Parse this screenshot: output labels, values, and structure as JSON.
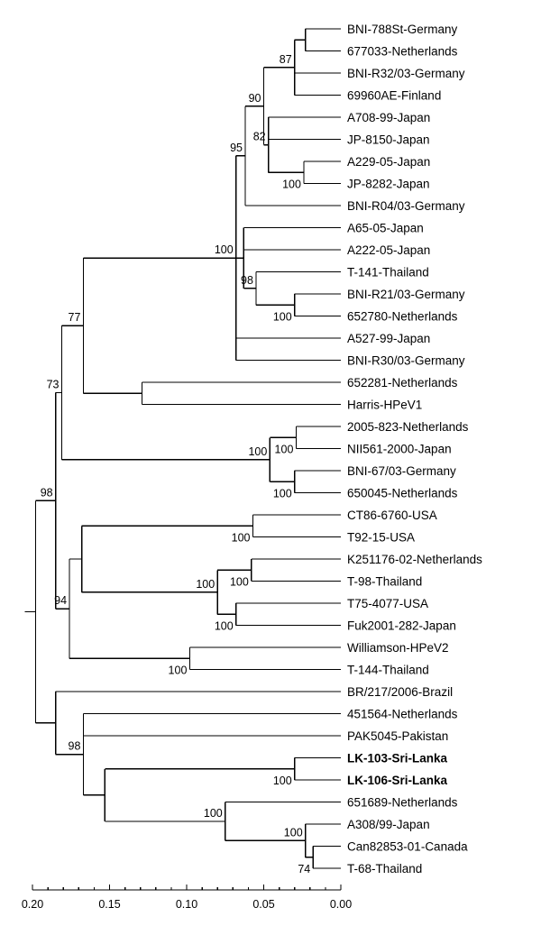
{
  "chart_data": {
    "type": "phylogenetic-tree",
    "axis": {
      "ticks": [
        "0.20",
        "0.15",
        "0.10",
        "0.05",
        "0.00"
      ],
      "range": [
        0.2,
        0.0
      ]
    },
    "taxa": [
      {
        "label": "BNI-788St-Germany",
        "bold": false
      },
      {
        "label": "677033-Netherlands",
        "bold": false
      },
      {
        "label": "BNI-R32/03-Germany",
        "bold": false
      },
      {
        "label": "69960AE-Finland",
        "bold": false
      },
      {
        "label": "A708-99-Japan",
        "bold": false
      },
      {
        "label": "JP-8150-Japan",
        "bold": false
      },
      {
        "label": "A229-05-Japan",
        "bold": false
      },
      {
        "label": "JP-8282-Japan",
        "bold": false
      },
      {
        "label": "BNI-R04/03-Germany",
        "bold": false
      },
      {
        "label": "A65-05-Japan",
        "bold": false
      },
      {
        "label": "A222-05-Japan",
        "bold": false
      },
      {
        "label": "T-141-Thailand",
        "bold": false
      },
      {
        "label": "BNI-R21/03-Germany",
        "bold": false
      },
      {
        "label": "652780-Netherlands",
        "bold": false
      },
      {
        "label": "A527-99-Japan",
        "bold": false
      },
      {
        "label": "BNI-R30/03-Germany",
        "bold": false
      },
      {
        "label": "652281-Netherlands",
        "bold": false
      },
      {
        "label": "Harris-HPeV1",
        "bold": false
      },
      {
        "label": "2005-823-Netherlands",
        "bold": false
      },
      {
        "label": "NII561-2000-Japan",
        "bold": false
      },
      {
        "label": "BNI-67/03-Germany",
        "bold": false
      },
      {
        "label": "650045-Netherlands",
        "bold": false
      },
      {
        "label": "CT86-6760-USA",
        "bold": false
      },
      {
        "label": "T92-15-USA",
        "bold": false
      },
      {
        "label": "K251176-02-Netherlands",
        "bold": false
      },
      {
        "label": "T-98-Thailand",
        "bold": false
      },
      {
        "label": "T75-4077-USA",
        "bold": false
      },
      {
        "label": "Fuk2001-282-Japan",
        "bold": false
      },
      {
        "label": "Williamson-HPeV2",
        "bold": false
      },
      {
        "label": "T-144-Thailand",
        "bold": false
      },
      {
        "label": "BR/217/2006-Brazil",
        "bold": false
      },
      {
        "label": "451564-Netherlands",
        "bold": false
      },
      {
        "label": "PAK5045-Pakistan",
        "bold": false
      },
      {
        "label": "LK-103-Sri-Lanka",
        "bold": true
      },
      {
        "label": "LK-106-Sri-Lanka",
        "bold": true
      },
      {
        "label": "651689-Netherlands",
        "bold": false
      },
      {
        "label": "A308/99-Japan",
        "bold": false
      },
      {
        "label": "Can82853-01-Canada",
        "bold": false
      },
      {
        "label": "T-68-Thailand",
        "bold": false
      }
    ],
    "tree": {
      "h": 0.198,
      "children": [
        {
          "h": 0.185,
          "support": "98",
          "children": [
            {
              "h": 0.181,
              "support": "73",
              "children": [
                {
                  "h": 0.167,
                  "support": "77",
                  "children": [
                    {
                      "h": 0.068,
                      "support": "100",
                      "children": [
                        {
                          "h": 0.062,
                          "support": "95",
                          "children": [
                            {
                              "h": 0.05,
                              "support": "90",
                              "children": [
                                {
                                  "h": 0.03,
                                  "support": "87",
                                  "children": [
                                    {
                                      "h": 0.023,
                                      "children": [
                                        {
                                          "tip": 0
                                        },
                                        {
                                          "tip": 1
                                        }
                                      ]
                                    },
                                    {
                                      "tip": 2
                                    },
                                    {
                                      "tip": 3
                                    }
                                  ]
                                },
                                {
                                  "h": 0.047,
                                  "support": "82",
                                  "children": [
                                    {
                                      "tip": 4
                                    },
                                    {
                                      "tip": 5
                                    },
                                    {
                                      "h": 0.024,
                                      "support": "100",
                                      "children": [
                                        {
                                          "tip": 6
                                        },
                                        {
                                          "tip": 7
                                        }
                                      ]
                                    }
                                  ]
                                }
                              ]
                            },
                            {
                              "tip": 8
                            }
                          ]
                        },
                        {
                          "h": 0.063,
                          "children": [
                            {
                              "tip": 9
                            },
                            {
                              "tip": 10
                            },
                            {
                              "h": 0.055,
                              "support": "98",
                              "children": [
                                {
                                  "tip": 11
                                },
                                {
                                  "h": 0.03,
                                  "support": "100",
                                  "children": [
                                    {
                                      "tip": 12
                                    },
                                    {
                                      "tip": 13
                                    }
                                  ]
                                }
                              ]
                            }
                          ]
                        },
                        {
                          "tip": 14
                        },
                        {
                          "tip": 15
                        }
                      ]
                    },
                    {
                      "h": 0.129,
                      "children": [
                        {
                          "tip": 16
                        },
                        {
                          "tip": 17
                        }
                      ]
                    }
                  ]
                },
                {
                  "h": 0.046,
                  "support": "100",
                  "children": [
                    {
                      "h": 0.029,
                      "support": "100",
                      "children": [
                        {
                          "tip": 18
                        },
                        {
                          "tip": 19
                        }
                      ]
                    },
                    {
                      "h": 0.03,
                      "support": "100",
                      "children": [
                        {
                          "tip": 20
                        },
                        {
                          "tip": 21
                        }
                      ]
                    }
                  ]
                }
              ]
            },
            {
              "h": 0.176,
              "support": "94",
              "children": [
                {
                  "h": 0.168,
                  "children": [
                    {
                      "h": 0.057,
                      "support": "100",
                      "children": [
                        {
                          "tip": 22
                        },
                        {
                          "tip": 23
                        }
                      ]
                    },
                    {
                      "h": 0.08,
                      "support": "100",
                      "children": [
                        {
                          "h": 0.058,
                          "support": "100",
                          "children": [
                            {
                              "tip": 24
                            },
                            {
                              "tip": 25
                            }
                          ]
                        },
                        {
                          "h": 0.068,
                          "support": "100",
                          "children": [
                            {
                              "tip": 26
                            },
                            {
                              "tip": 27
                            }
                          ]
                        }
                      ]
                    }
                  ]
                },
                {
                  "h": 0.098,
                  "support": "100",
                  "children": [
                    {
                      "tip": 28
                    },
                    {
                      "tip": 29
                    }
                  ]
                }
              ]
            }
          ]
        },
        {
          "h": 0.185,
          "children": [
            {
              "tip": 30
            },
            {
              "h": 0.167,
              "support": "98",
              "children": [
                {
                  "tip": 31
                },
                {
                  "tip": 32
                },
                {
                  "h": 0.153,
                  "children": [
                    {
                      "h": 0.03,
                      "support": "100",
                      "children": [
                        {
                          "tip": 33
                        },
                        {
                          "tip": 34
                        }
                      ]
                    },
                    {
                      "h": 0.075,
                      "support": "100",
                      "children": [
                        {
                          "tip": 35
                        },
                        {
                          "h": 0.023,
                          "support": "100",
                          "children": [
                            {
                              "tip": 36
                            },
                            {
                              "h": 0.018,
                              "support": "74",
                              "children": [
                                {
                                  "tip": 37
                                },
                                {
                                  "tip": 38
                                }
                              ]
                            }
                          ]
                        }
                      ]
                    }
                  ]
                }
              ]
            }
          ]
        }
      ]
    }
  }
}
